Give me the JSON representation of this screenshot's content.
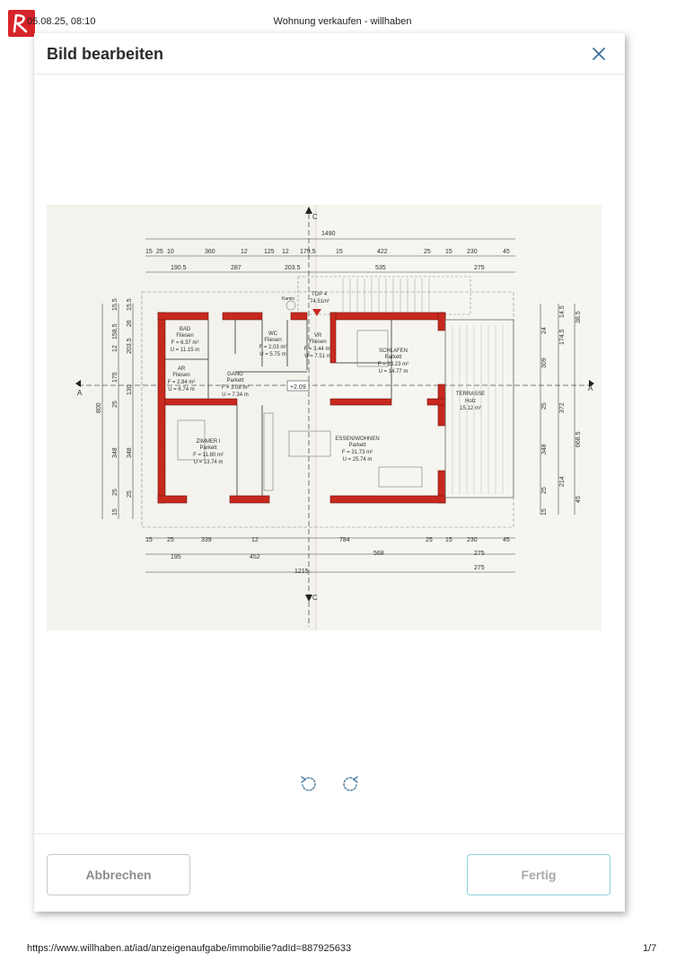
{
  "print_header": {
    "date": "05.08.25, 08:10",
    "title": "Wohnung verkaufen - willhaben"
  },
  "modal": {
    "title": "Bild bearbeiten",
    "close_icon": "close-icon",
    "buttons": {
      "cancel_label": "Abbrechen",
      "done_label": "Fertig"
    },
    "rotate_left_icon": "rotate-left-icon",
    "rotate_right_icon": "rotate-right-icon"
  },
  "floorplan": {
    "top_total": "1490",
    "top_row1": [
      "15",
      "25",
      "10",
      "360",
      "12",
      "125",
      "12",
      "179.5",
      "15",
      "422",
      "25",
      "15",
      "230",
      "45"
    ],
    "top_row2": [
      "190.5",
      "287",
      "203.5",
      "535",
      "275"
    ],
    "bottom_row1": [
      "15",
      "25",
      "339",
      "12",
      "784",
      "25",
      "15",
      "230",
      "45"
    ],
    "bottom_row2": [
      "195",
      "452",
      "568",
      "275"
    ],
    "bottom_row3": [
      "1215",
      "275"
    ],
    "left_total": "800",
    "left_dims": [
      "15.5",
      "158.5",
      "26",
      "203.5",
      "12",
      "175",
      "130",
      "25",
      "348",
      "25",
      "15"
    ],
    "right_dims": [
      "14.5",
      "174.5",
      "309",
      "372",
      "25",
      "348",
      "214",
      "668.5",
      "38.5",
      "24",
      "25",
      "15",
      "45"
    ],
    "section_a": "A",
    "section_c": "C",
    "rooms": {
      "bad": {
        "name": "BAD",
        "floor": "Fliesen",
        "area": "F = 6.37 m²",
        "perimeter": "U = 11.15 m"
      },
      "wc": {
        "name": "WC",
        "floor": "Fliesen",
        "area": "F = 2.03 m²",
        "perimeter": "U = 5.75 m"
      },
      "vr": {
        "name": "VR",
        "floor": "Fliesen",
        "area": "F = 3.44 m²",
        "perimeter": "U = 7.51 m"
      },
      "ar": {
        "name": "AR",
        "floor": "Fliesen",
        "area": "F = 2.84 m²",
        "perimeter": "U = 6.74 m"
      },
      "gang": {
        "name": "GANG",
        "floor": "Parkett",
        "area": "F = 3.08 m²",
        "perimeter": "U = 7.34 m"
      },
      "schlafen": {
        "name": "SCHLAFEN",
        "floor": "Parkett",
        "area": "F = 13.23 m²",
        "perimeter": "U = 14.77 m"
      },
      "zimmer": {
        "name": "ZIMMER I",
        "floor": "Parkett",
        "area": "F = 11.80 m²",
        "perimeter": "U = 13.74 m"
      },
      "essen": {
        "name": "ESSEN/WOHNEN",
        "floor": "Parkett",
        "area": "F = 31.73 m²",
        "perimeter": "U = 25.74 m"
      },
      "terrasse": {
        "name": "TERRASSE",
        "floor": "Holz",
        "area": "15.12 m²"
      }
    },
    "top_label": "TOP 4",
    "top_area": "74.51m²",
    "level": "+2.09",
    "kamin": "Kamin"
  },
  "print_footer": {
    "url": "https://www.willhaben.at/iad/anzeigenaufgabe/immobilie?adId=887925633",
    "page": "1/7"
  },
  "colors": {
    "wall_red": "#c8281e",
    "accent_border": "#8fd1de",
    "logo_red": "#d8242b"
  }
}
